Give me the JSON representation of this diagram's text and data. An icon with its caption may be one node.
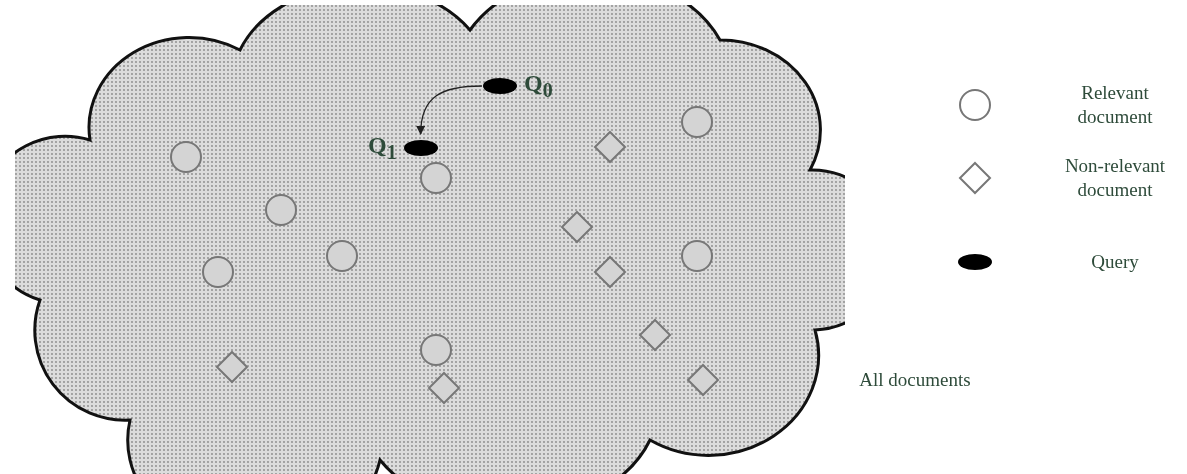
{
  "diagram": {
    "nodes": [
      {
        "text": [],
        "shape": "cloud",
        "beside": [
          "All documents"
        ]
      },
      {
        "text": [
          "Q$_{0}$"
        ],
        "in": 0
      },
      {
        "text": [
          "Q$_{1}$"
        ],
        "in": 0
      }
    ],
    "edges": [
      {
        "from": 1,
        "to": 2,
        "arrow": "to"
      }
    ],
    "legend": [
      {
        "text": "Relevant document"
      },
      {
        "text": "Non-relevant document"
      },
      {
        "text": "Query"
      }
    ]
  }
}
